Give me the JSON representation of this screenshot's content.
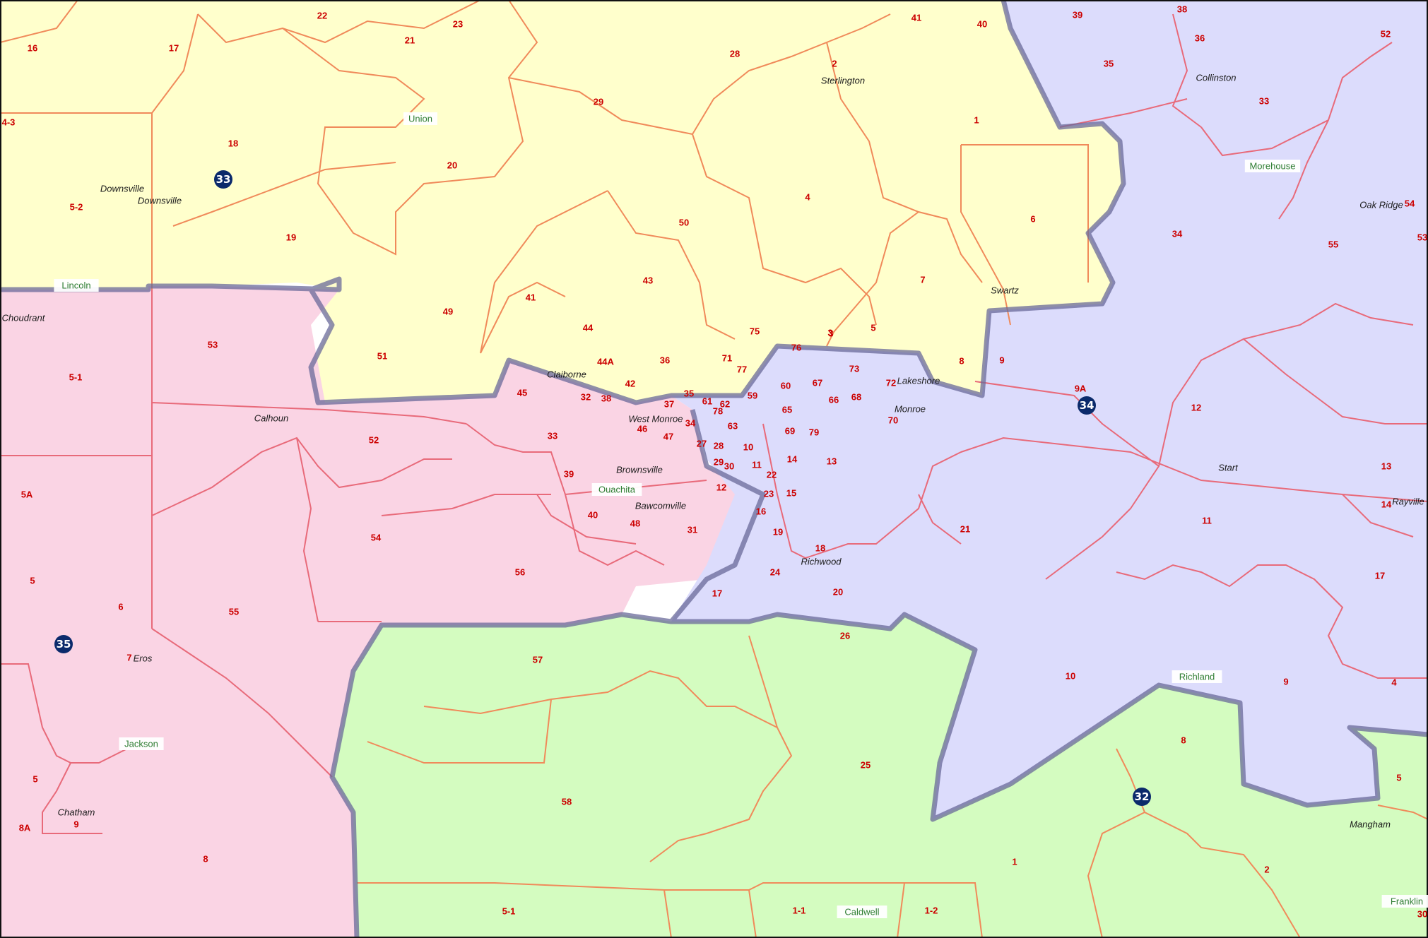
{
  "colors": {
    "district_33": "#ffffcc",
    "district_35": "#fad4e4",
    "district_34": "#dcdcfc",
    "district_32": "#d4fcc0",
    "precinct_line_a": "#f08a5a",
    "precinct_line_b": "#e86a7a",
    "district_border": "#6a6a9a",
    "precinct_label": "#cc0000",
    "place_label": "#1a1a1a",
    "parish_label": "#2e7d32",
    "district_badge": "#0b2a6b",
    "frame": "#111111"
  },
  "districts": [
    {
      "key": "d33",
      "number": "33",
      "color_key": "district_33"
    },
    {
      "key": "d35",
      "number": "35",
      "color_key": "district_35"
    },
    {
      "key": "d34",
      "number": "34",
      "color_key": "district_34"
    },
    {
      "key": "d32",
      "number": "32",
      "color_key": "district_32"
    }
  ],
  "parishes": [
    "Union",
    "Lincoln",
    "Morehouse",
    "Ouachita",
    "Jackson",
    "Richland",
    "Caldwell",
    "Franklin"
  ],
  "places": [
    "Downsville",
    "Downsville",
    "Sterlington",
    "Collinston",
    "Oak Ridge",
    "Swartz",
    "Choudrant",
    "Claiborne",
    "West Monroe",
    "Lakeshore",
    "Monroe",
    "Calhoun",
    "Brownsville",
    "Bawcomville",
    "Richwood",
    "Start",
    "Rayville",
    "Eros",
    "Chatham",
    "Mangham"
  ],
  "precincts": {
    "d33": [
      "16",
      "17",
      "22",
      "21",
      "23",
      "4-3",
      "18",
      "5-2",
      "19",
      "29",
      "28",
      "2",
      "41",
      "40",
      "1",
      "20",
      "50",
      "4",
      "6",
      "7",
      "43",
      "41",
      "49",
      "51",
      "44",
      "44A",
      "75",
      "76",
      "3",
      "5",
      "36",
      "35",
      "8"
    ],
    "d35": [
      "53",
      "5-1",
      "52",
      "5A",
      "5",
      "6",
      "55",
      "7",
      "54",
      "56",
      "8A",
      "5",
      "9",
      "8",
      "45",
      "32",
      "38",
      "42",
      "33",
      "46",
      "47",
      "39",
      "40",
      "48",
      "31"
    ],
    "d34": [
      "39",
      "38",
      "36",
      "35",
      "52",
      "33",
      "34",
      "55",
      "54",
      "53",
      "9",
      "9A",
      "12",
      "13",
      "14",
      "11",
      "17",
      "10",
      "9",
      "4",
      "5",
      "71",
      "77",
      "59",
      "61",
      "62",
      "78",
      "37",
      "34",
      "27",
      "28",
      "29",
      "30",
      "12",
      "10",
      "11",
      "63",
      "60",
      "67",
      "65",
      "66",
      "68",
      "69",
      "79",
      "72",
      "73",
      "70",
      "14",
      "13",
      "22",
      "23",
      "15",
      "16",
      "19",
      "18",
      "24",
      "20",
      "17",
      "21",
      "3"
    ],
    "d32": [
      "57",
      "26",
      "25",
      "58",
      "8",
      "1",
      "2",
      "5-1",
      "1-1",
      "1-2",
      "30"
    ]
  }
}
